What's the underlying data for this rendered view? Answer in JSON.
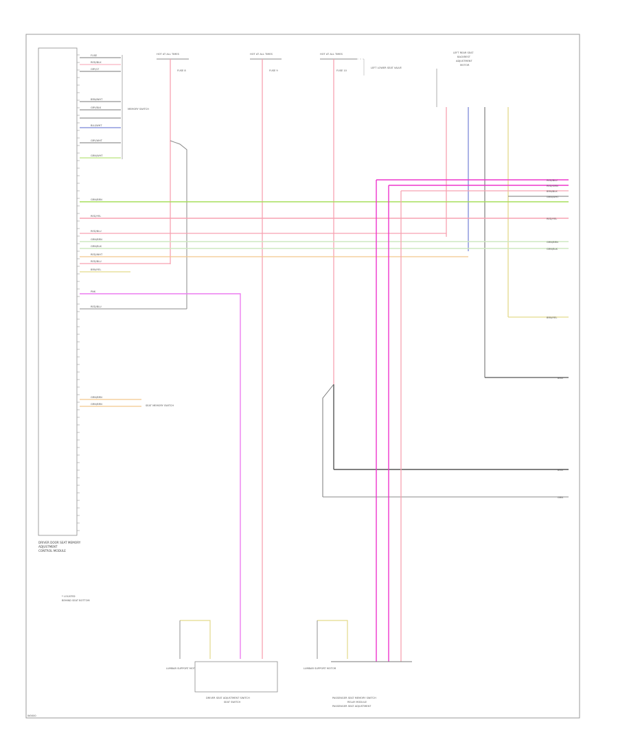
{
  "colors": {
    "pink": "#f7a1b0",
    "magenta": "#ee33cc",
    "violet": "#ec7cf0",
    "green": "#a6de5a",
    "lightgreen": "#cde8c0",
    "yellow": "#e3d98a",
    "gray": "#777777",
    "darkgray": "#555555",
    "blue": "#5566cc",
    "orange": "#f2c78c",
    "frame": "#9a9a9a"
  },
  "labels": {
    "module_caption_1": "DRIVER DOOR SEAT MEMORY",
    "module_caption_2": "ADJUSTMENT",
    "module_caption_3": "CONTROL MODULE",
    "footnote_1": "* LOCATED",
    "footnote_2": "BEHIND SEAT BOTTOM",
    "lumbar_left": "LUMBAR SUPPORT MOTOR",
    "lumbar_right": "LUMBAR SUPPORT MOTOR",
    "driver_seat_caption_1": "DRIVER SEAT ADJUSTMENT SWITCH",
    "driver_seat_caption_2": "SEAT SWITCH",
    "pass_seat_caption_1": "PASSENGER SEAT MEMORY SWITCH",
    "pass_seat_caption_2": "RELAY MODULE",
    "pass_seat_caption_3": "PASSENGER SEAT ADJUSTMENT",
    "right_module_1": "LEFT REAR SEAT",
    "right_module_2": "BACKREST",
    "right_module_3": "ADJUSTMENT",
    "right_module_4": "MOTOR",
    "page_id": "W0000"
  },
  "fuse_labels": [
    "HOT AT ALL TIMES",
    "HOT AT ALL TIMES",
    "HOT AT ALL TIMES"
  ],
  "left_pins_top": [
    {
      "text": "FUSE",
      "color": "#555555"
    },
    {
      "text": "RED/BLK",
      "color": "#f7a1b0"
    },
    {
      "text": "GRY/LT",
      "color": "#555555"
    },
    {
      "text": "BRN/WHT",
      "color": "#555555"
    },
    {
      "text": "GRY/BLK",
      "color": "#555555"
    },
    {
      "text": "BLU/WHT",
      "color": "#5566cc"
    },
    {
      "text": "GRY/WHT",
      "color": "#555555"
    },
    {
      "text": "GRN/WHT",
      "color": "#a6de5a"
    }
  ],
  "switch_label": "MEMORY SWITCH",
  "bus_labels": [
    {
      "text": "GRN/BRN",
      "color": "#a6de5a"
    },
    {
      "text": "RED/YEL",
      "color": "#f7a1b0"
    },
    {
      "text": "RED/BLU",
      "color": "#f7a1b0"
    },
    {
      "text": "GRN/BRN",
      "color": "#cde8c0"
    },
    {
      "text": "GRN/BLK",
      "color": "#cde8c0"
    },
    {
      "text": "RED/WHT",
      "color": "#f2c78c"
    },
    {
      "text": "RED/BLU",
      "color": "#f7a1b0"
    },
    {
      "text": "BRN/YEL",
      "color": "#e3d98a"
    }
  ],
  "right_labels": [
    "RED/BLU",
    "RED/GRN",
    "BRN/BLK",
    "GRN/WHT",
    "RED/YEL",
    "GRN/BRN",
    "GRN/BLK",
    "BRN/YEL",
    "BRN",
    "BRN",
    "GRN"
  ],
  "mid_labels": [
    "PNK",
    "RED/BLU",
    "BRN/YEL",
    "GRN/BRN",
    "GRN/BRN",
    "SEAT MEMORY SWITCH"
  ],
  "components": [
    "HOT AT ALL TIMES",
    "FUSE 8",
    "FUSE 9",
    "FUSE 10",
    "LEFT LOWER SEAT VALVE"
  ]
}
